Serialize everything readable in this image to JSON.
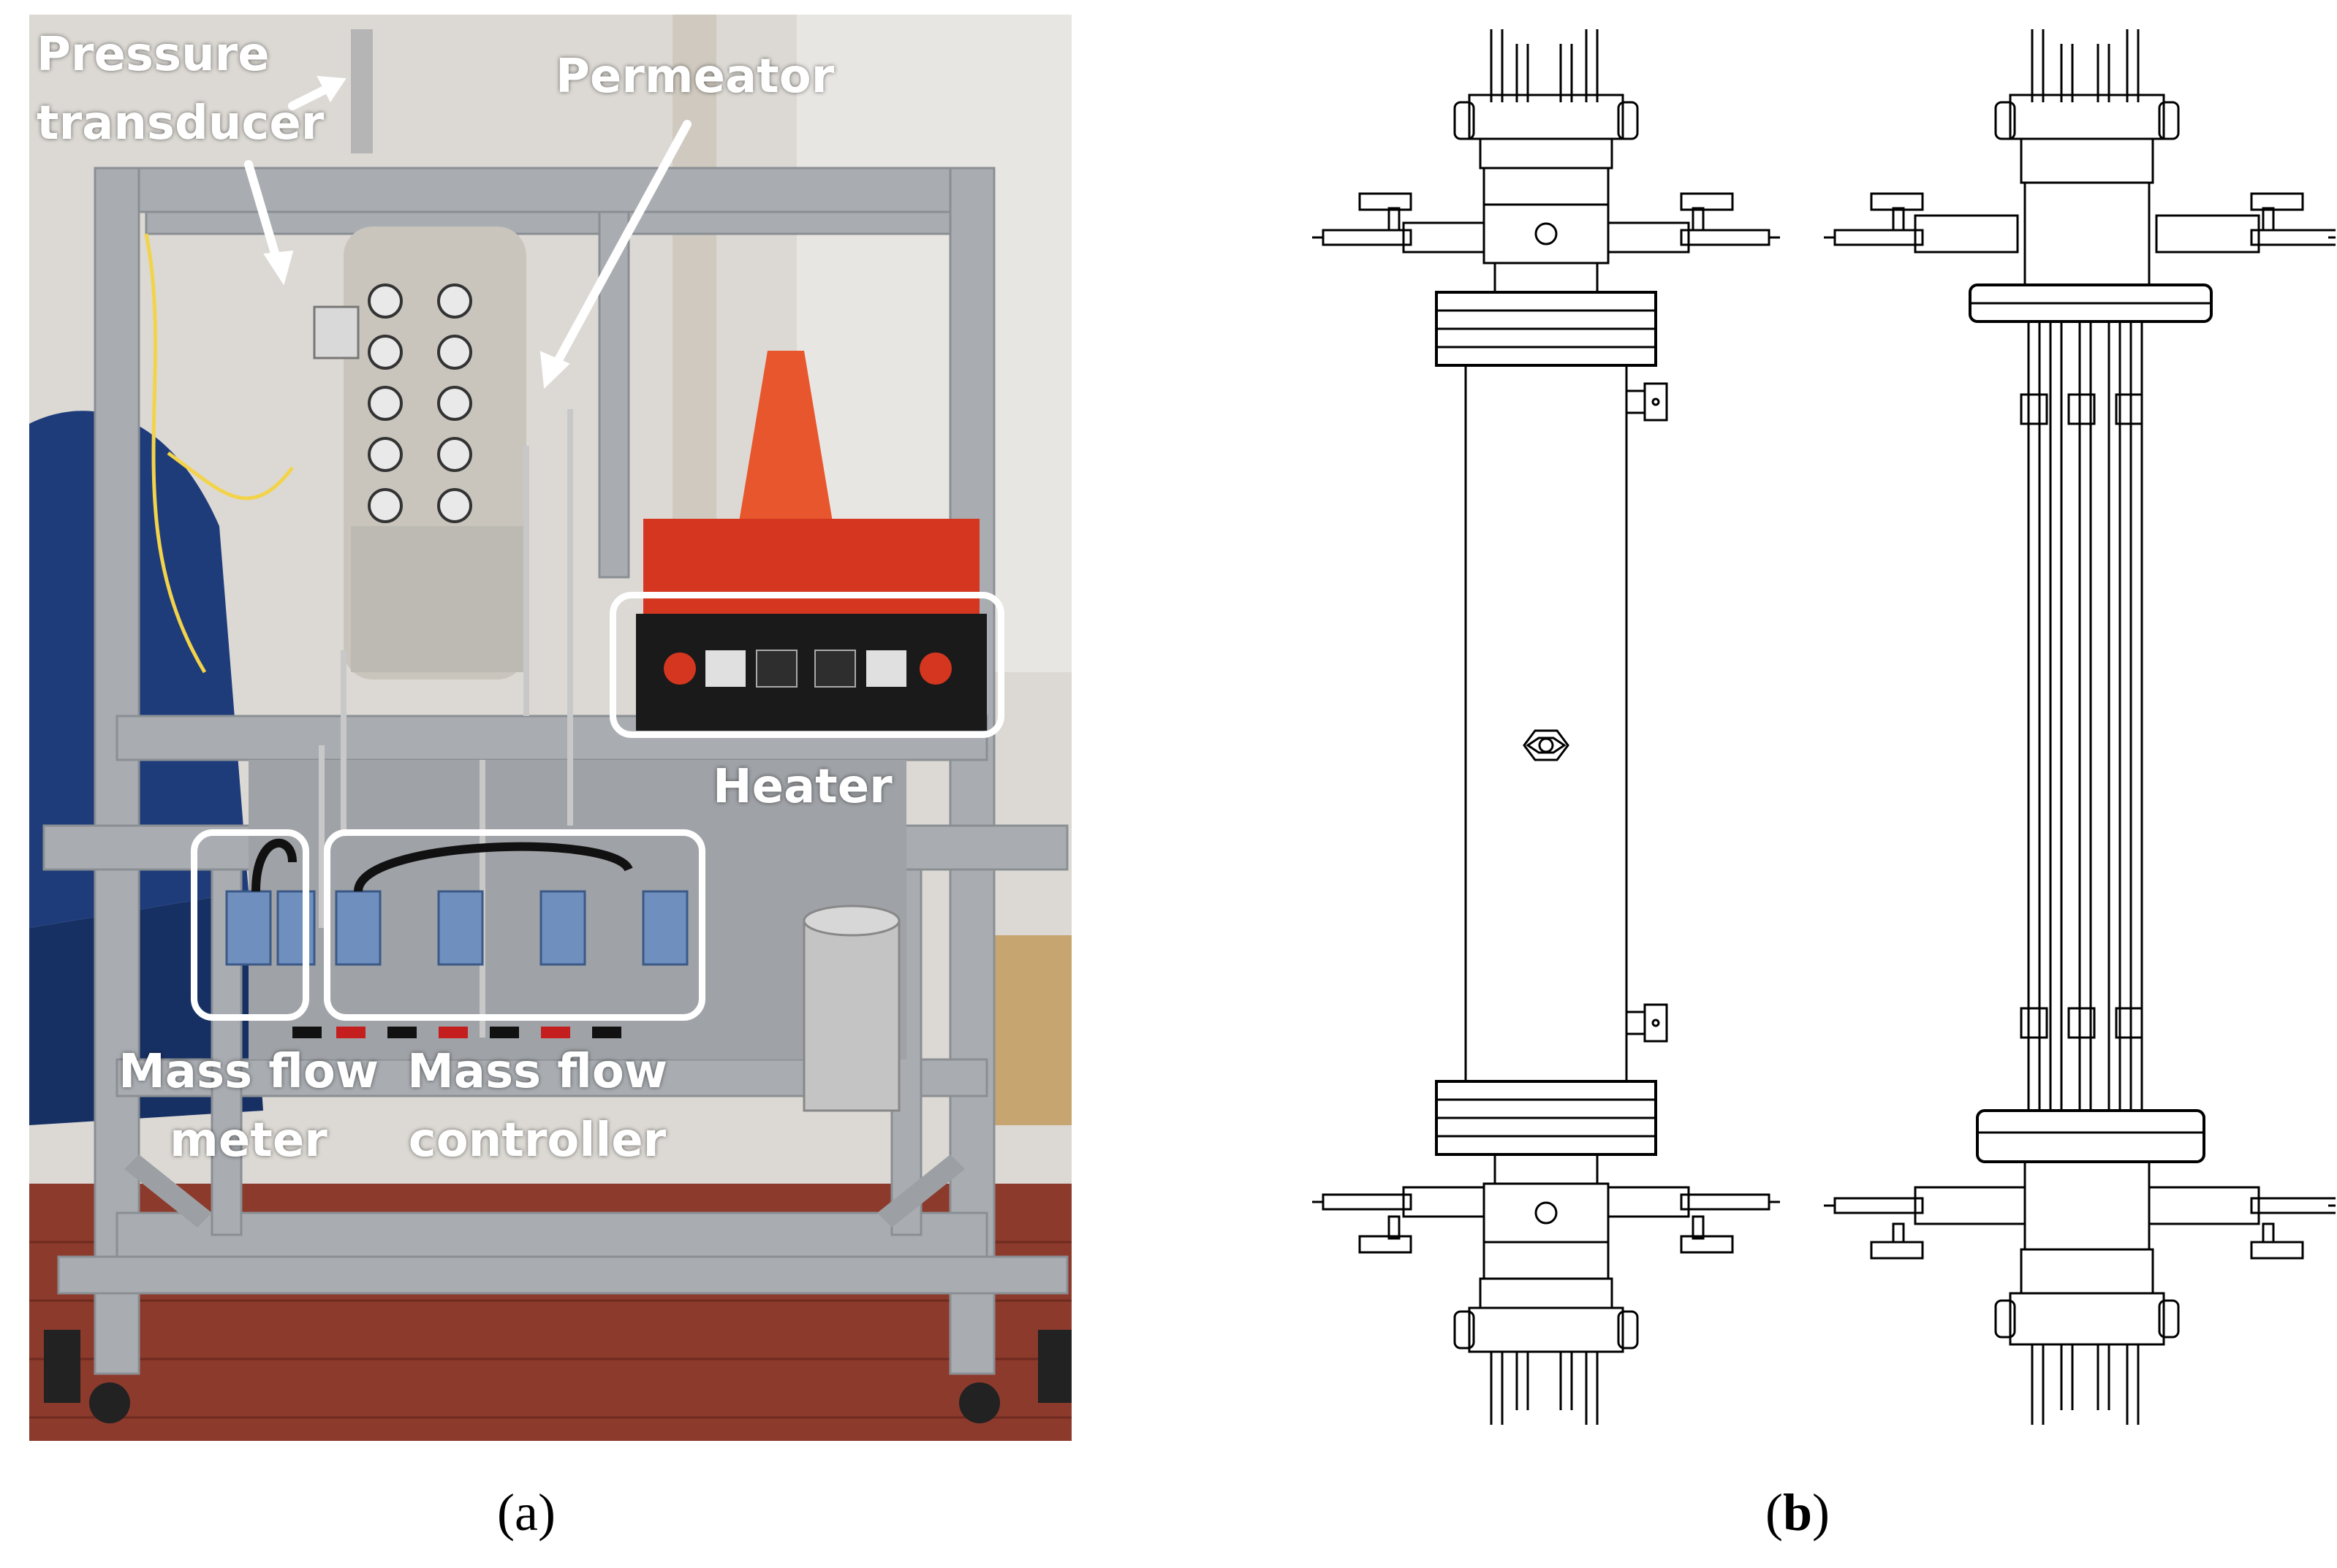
{
  "figure": {
    "panel_a": {
      "caption_open": "(",
      "caption_letter": "a",
      "caption_close": ")",
      "labels": {
        "pressure_line1": "Pressure",
        "pressure_line2": "transducer",
        "permeator": "Permeator",
        "heater": "Heater",
        "mfm_line1": "Mass flow",
        "mfm_line2": "meter",
        "mfc_line1": "Mass flow",
        "mfc_line2": "controller"
      }
    },
    "panel_b": {
      "caption_open": "(",
      "caption_letter": "b",
      "caption_close": ")"
    }
  },
  "colors": {
    "frame": "#a9adb1",
    "wall": "#d9d6d2",
    "floor": "#8c3a2c",
    "tarp": "#1f3c7a",
    "heater_red": "#d4361f",
    "heater_black": "#1a1a1a",
    "label": "#ffffff"
  }
}
